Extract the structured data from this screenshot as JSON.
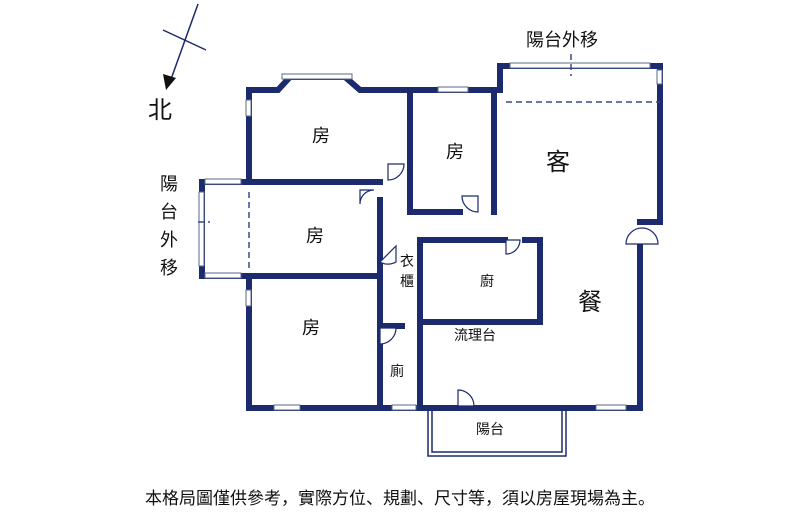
{
  "compass": {
    "north_label": "北"
  },
  "balcony_top": {
    "label": "陽台外移"
  },
  "balcony_left": {
    "chars": [
      "陽",
      "台",
      "外",
      "移"
    ]
  },
  "rooms": {
    "bedroom_top": "房",
    "bedroom_mid": "房",
    "bedroom_left": "房",
    "bedroom_bottom": "房",
    "living": "客",
    "dining": "餐",
    "kitchen": "廚",
    "bath": "廁",
    "closet_1": "衣",
    "closet_2": "櫃",
    "counter": "流理台",
    "balcony_bottom": "陽台"
  },
  "footer_note": "本格局圖僅供參考，實際方位、規劃、尺寸等，須以房屋現場為主。"
}
